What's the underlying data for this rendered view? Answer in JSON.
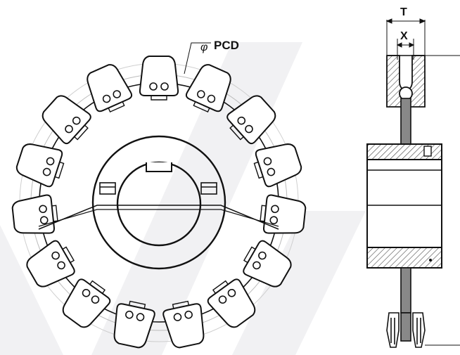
{
  "labels": {
    "pcd_symbol": "φ",
    "pcd": "PCD",
    "t": "T",
    "x": "X"
  },
  "colors": {
    "line": "#111111",
    "background": "#ffffff",
    "watermark": "#f1f1f3",
    "hatch": "#444444"
  },
  "sprocket": {
    "tooth_count": 15,
    "hub_holes_per_tooth": 2
  }
}
